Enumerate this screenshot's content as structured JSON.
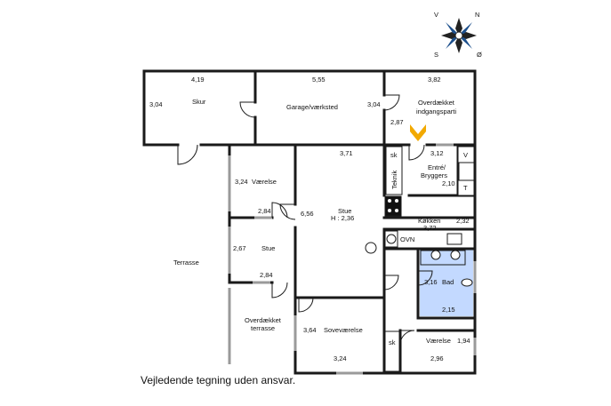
{
  "compass": {
    "n": "N",
    "v": "V",
    "s": "S",
    "o": "Ø"
  },
  "rooms": {
    "skur": {
      "name": "Skur",
      "w": "4,19",
      "h": "3,04"
    },
    "garage": {
      "name": "Garage/værksted",
      "w": "5,55",
      "h": "3,04"
    },
    "indgang": {
      "name1": "Overdækket",
      "name2": "indgangsparti",
      "w": "3,82",
      "h": "2,87"
    },
    "vaerelse1": {
      "name": "Værelse",
      "w": "2,84",
      "h": "3,24"
    },
    "stue_main": {
      "name": "Stue",
      "height_label": "H : 2,36",
      "w": "3,71",
      "h": "6,56"
    },
    "stue2": {
      "name": "Stue",
      "w": "2,84",
      "h": "2,67"
    },
    "entre": {
      "name1": "Entré/",
      "name2": "Bryggers",
      "w": "3,12",
      "h": "2,10",
      "v": "V",
      "t": "T"
    },
    "teknik": {
      "name": "Teknik",
      "sk": "sk"
    },
    "koekken": {
      "name": "Køkken",
      "w": "3,72",
      "h": "2,32",
      "ovn": "OVN"
    },
    "bad": {
      "name": "Bad",
      "w": "2,15",
      "h": "3,16"
    },
    "terrasse": {
      "name": "Terrasse"
    },
    "overdaekket_terrasse": {
      "name1": "Overdækket",
      "name2": "terrasse"
    },
    "sovevaerelse": {
      "name": "Soveværelse",
      "w": "3,24",
      "h": "3,64"
    },
    "vaerelse2": {
      "name": "Værelse",
      "w": "2,96",
      "h": "1,94",
      "sk": "sk"
    }
  },
  "disclaimer": "Vejledende tegning uden ansvar.",
  "colors": {
    "wall": "#1a1a1a",
    "bath": "#c3d9ff",
    "entry_arrow": "#f2a900",
    "window": "#9a9a9a"
  }
}
